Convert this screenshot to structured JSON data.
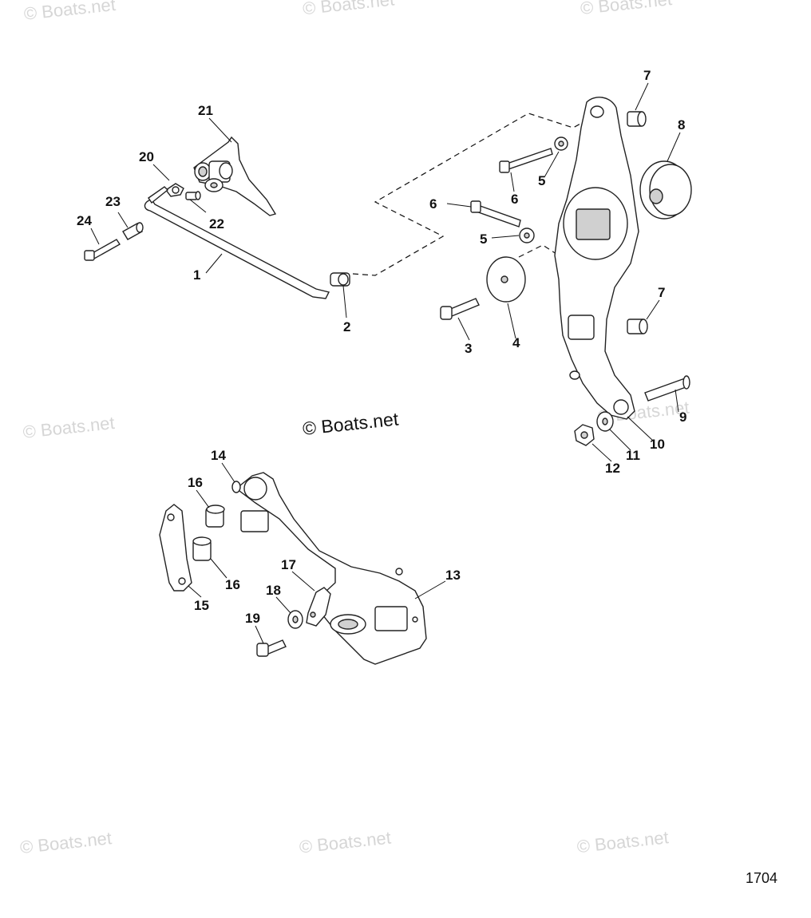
{
  "watermark": "© Boats.net",
  "figure_number": "1704",
  "callouts": {
    "c1": "1",
    "c2": "2",
    "c3": "3",
    "c4": "4",
    "c5a": "5",
    "c5b": "5",
    "c6a": "6",
    "c6b": "6",
    "c7a": "7",
    "c7b": "7",
    "c8": "8",
    "c9": "9",
    "c10": "10",
    "c11": "11",
    "c12": "12",
    "c13": "13",
    "c14": "14",
    "c15": "15",
    "c16a": "16",
    "c16b": "16",
    "c17": "17",
    "c18": "18",
    "c19": "19",
    "c20": "20",
    "c21": "21",
    "c22": "22",
    "c23": "23",
    "c24": "24"
  }
}
